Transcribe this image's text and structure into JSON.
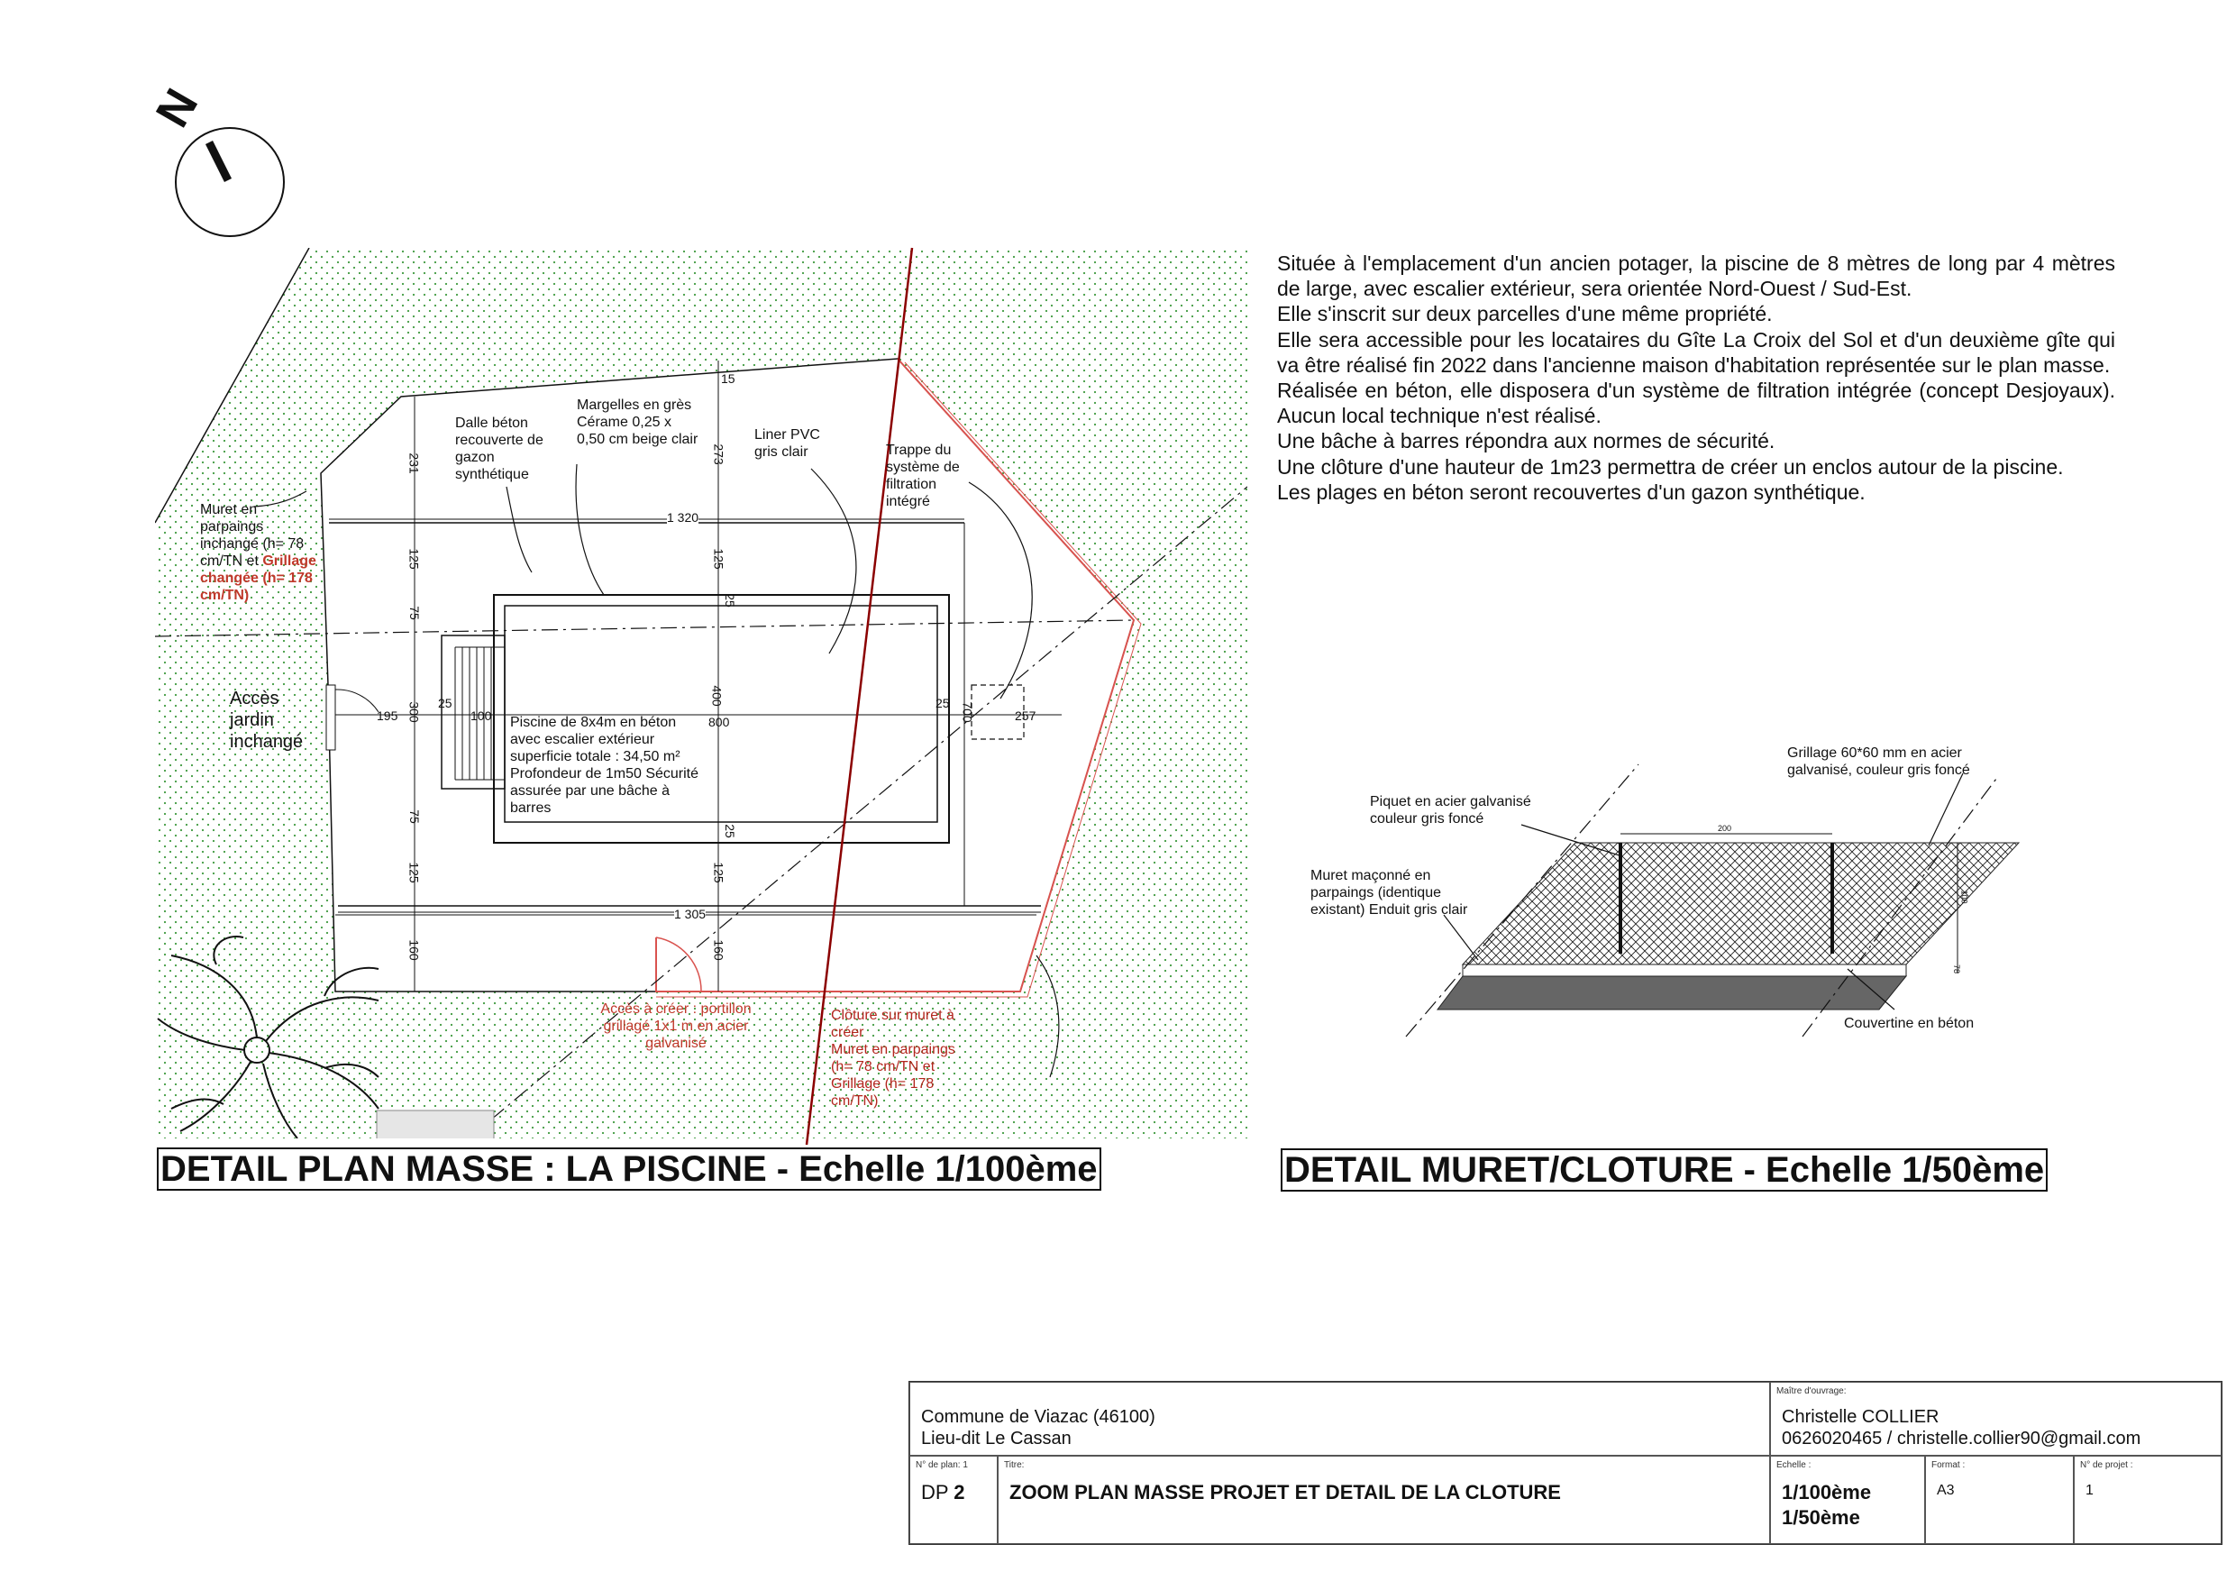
{
  "north_label": "N",
  "description": [
    "Située à l'emplacement d'un ancien potager, la piscine de 8 mètres de long par 4 mètres de large, avec escalier extérieur, sera orientée Nord-Ouest / Sud-Est.",
    "Elle s'inscrit sur deux parcelles d'une même propriété.",
    "Elle sera accessible pour les locataires du Gîte La Croix del Sol et d'un deuxième gîte qui va être réalisé fin 2022 dans l'ancienne maison d'habitation représentée sur le plan masse.",
    "Réalisée en béton, elle disposera d'un système de filtration intégrée (concept Desjoyaux). Aucun local technique n'est réalisé.",
    "Une bâche à barres répondra aux normes de sécurité.",
    "Une clôture d'une hauteur de 1m23 permettra de créer un enclos autour de la piscine.",
    "Les plages en béton seront recouvertes d'un gazon synthétique."
  ],
  "plan": {
    "title": "DETAIL PLAN MASSE : LA PISCINE - Echelle 1/100ème",
    "labels": {
      "muret_black": "Muret en parpaings inchangé (h= 78 cm/TN et",
      "muret_red": "Grillage changée (h= 178 cm/TN)",
      "dalle": "Dalle béton recouverte de gazon synthétique",
      "margelles": "Margelles en grès Cérame 0,25 x 0,50 cm beige clair",
      "liner": "Liner PVC gris clair",
      "trappe": "Trappe du système de filtration intégré",
      "acces_jardin": "Accès jardin inchangé",
      "piscine": "Piscine de 8x4m en béton avec escalier extérieur superficie totale : 34,50 m² Profondeur de 1m50 Sécurité assurée par une bâche à barres",
      "acces_creer": "Accès à créer : portillon grillagé 1x1 m en acier galvanisé",
      "cloture_1": "Clôture sur muret à créer",
      "cloture_2": "Muret en parpaings (h= 78 cm/TN et Grillage (h= 178 cm/TN)"
    },
    "dims": {
      "d15": "15",
      "d231": "231",
      "d273": "273",
      "d1320": "1 320",
      "d125a": "125",
      "d125b": "125",
      "d75a": "75",
      "d25a": "25",
      "d300": "300",
      "d195": "195",
      "d25b": "25",
      "d100": "100",
      "d400": "400",
      "d800": "800",
      "d25c": "25",
      "d700": "700",
      "d257": "257",
      "d75b": "75",
      "d25d": "25",
      "d125c": "125",
      "d125d": "125",
      "d1305": "1 305",
      "d160a": "160",
      "d160b": "160"
    }
  },
  "detail": {
    "title": "DETAIL MURET/CLOTURE - Echelle 1/50ème",
    "labels": {
      "grillage": "Grillage 60*60 mm en acier galvanisé, couleur gris foncé",
      "piquet": "Piquet en acier galvanisé couleur gris foncé",
      "muret": "Muret maçonné en parpaings (identique existant) Enduit gris clair",
      "couvertine": "Couvertine en béton"
    },
    "dims": {
      "d200": "200",
      "d100": "100",
      "d78": "78"
    }
  },
  "cartouche": {
    "commune": "Commune de Viazac (46100)",
    "lieu": "Lieu-dit Le Cassan",
    "maitre_label": "Maître d'ouvrage:",
    "maitre_name": "Christelle COLLIER",
    "maitre_contact": "0626020465 / christelle.collier90@gmail.com",
    "num_plan_label": "N° de plan: 1",
    "num_plan_prefix": "DP",
    "num_plan_value": "2",
    "titre_label": "Titre:",
    "titre": "ZOOM PLAN MASSE PROJET ET DETAIL DE LA CLOTURE",
    "echelle_label": "Echelle :",
    "echelle_1": "1/100ème",
    "echelle_2": "1/50ème",
    "format_label": "Format :",
    "format": "A3",
    "projet_label": "N° de projet :",
    "projet": "1"
  },
  "colors": {
    "grass": "#3f9a3f",
    "red_line": "#8b0000",
    "fence_red": "#d9534f",
    "label_red": "#c0392b"
  }
}
